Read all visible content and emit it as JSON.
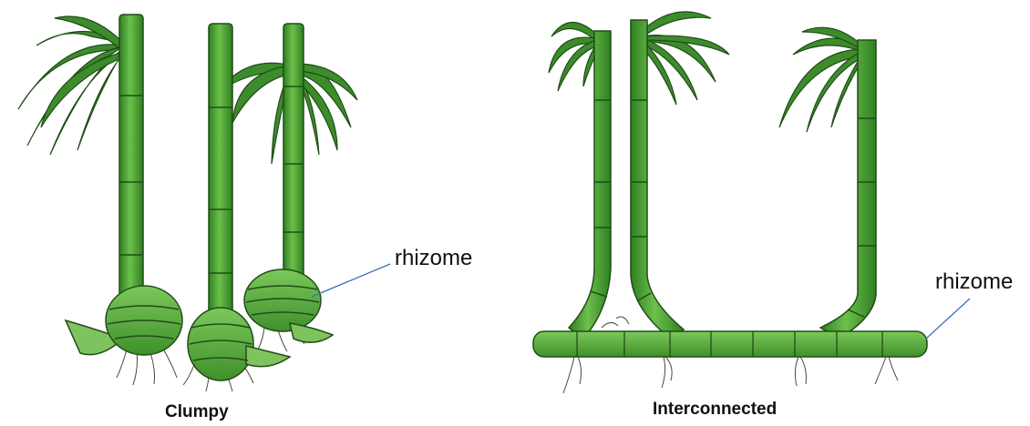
{
  "figure": {
    "left_panel": {
      "callout_label": "rhizome",
      "caption": "Clumpy"
    },
    "right_panel": {
      "callout_label": "rhizome",
      "caption": "Interconnected"
    }
  },
  "colors": {
    "stem_fill": "#3f9e2f",
    "stem_light": "#6cc04a",
    "outline": "#1f4d17",
    "rhizome_fill": "#5cae3e",
    "leaf_fill": "#3d8c2c",
    "root_line": "#4a4a3a",
    "callout_line": "#3b73b9"
  }
}
